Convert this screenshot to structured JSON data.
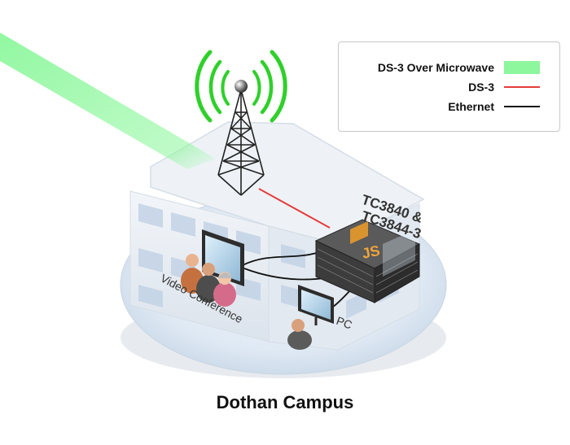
{
  "legend": {
    "items": [
      {
        "label": "DS-3 Over Microwave",
        "color": "#8cf79c",
        "style": "band"
      },
      {
        "label": "DS-3",
        "color": "#e53b3b",
        "style": "line"
      },
      {
        "label": "Ethernet",
        "color": "#111111",
        "style": "line"
      }
    ]
  },
  "labels": {
    "equipment_line1": "TC3840 &",
    "equipment_line2": "TC3844-3",
    "equipment_logo": "JS",
    "video_conference": "Video Conference",
    "pc": "PC"
  },
  "title": "Dothan Campus"
}
